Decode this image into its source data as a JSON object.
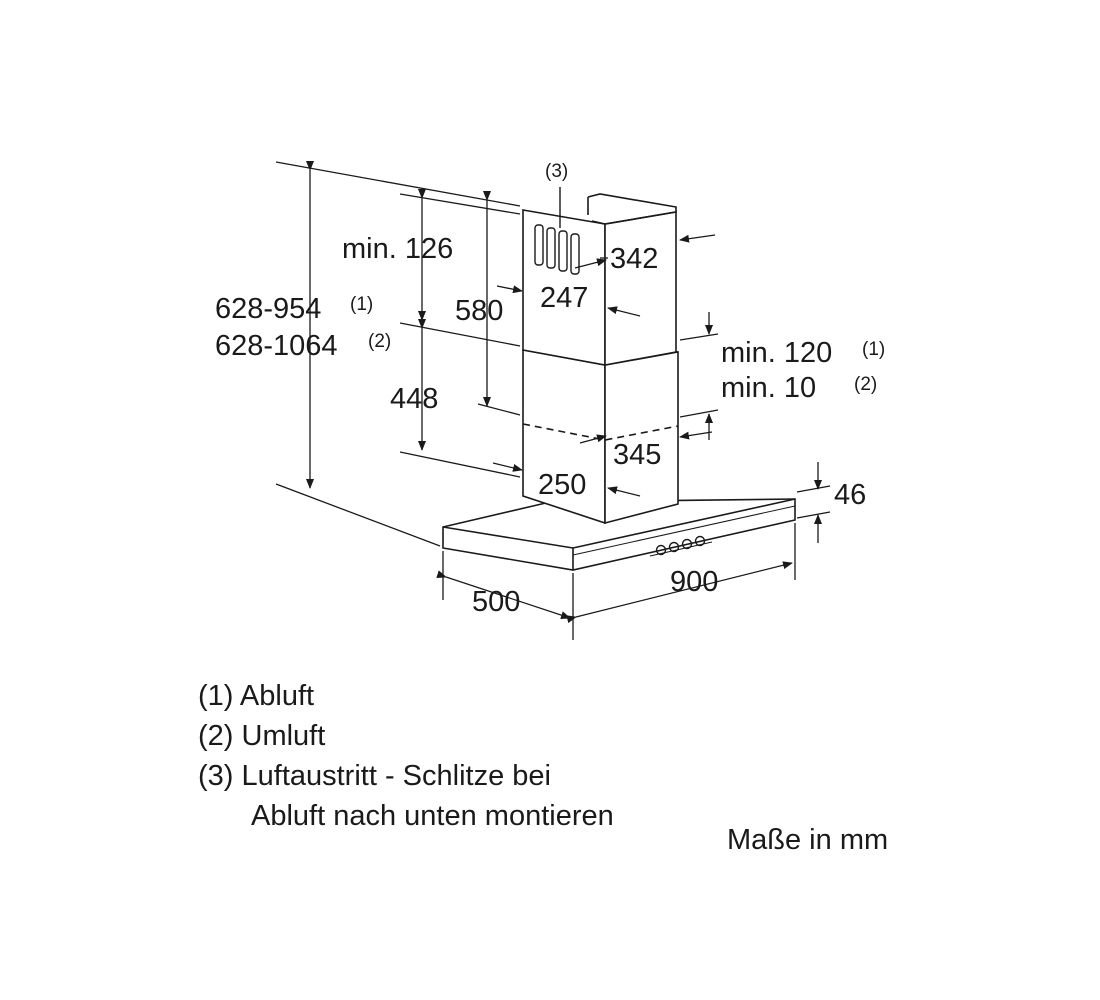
{
  "dimensions": {
    "total_height_1": "628-954",
    "total_height_1_ref": "(1)",
    "total_height_2": "628-1064",
    "total_height_2_ref": "(2)",
    "upper_min": "min. 126",
    "upper_chimney": "580",
    "lower_chimney": "448",
    "upper_width": "342",
    "upper_depth": "247",
    "lower_width": "345",
    "lower_depth": "250",
    "clearance_1": "min. 120",
    "clearance_1_ref": "(1)",
    "clearance_2": "min. 10",
    "clearance_2_ref": "(2)",
    "canopy_height": "46",
    "canopy_width": "900",
    "canopy_depth": "500",
    "slot_callout": "(3)"
  },
  "legend": {
    "item1": "(1) Abluft",
    "item2": "(2) Umluft",
    "item3": "(3) Luftaustritt - Schlitze bei",
    "item3_cont": "Abluft nach unten montieren"
  },
  "units": "Maße in mm"
}
